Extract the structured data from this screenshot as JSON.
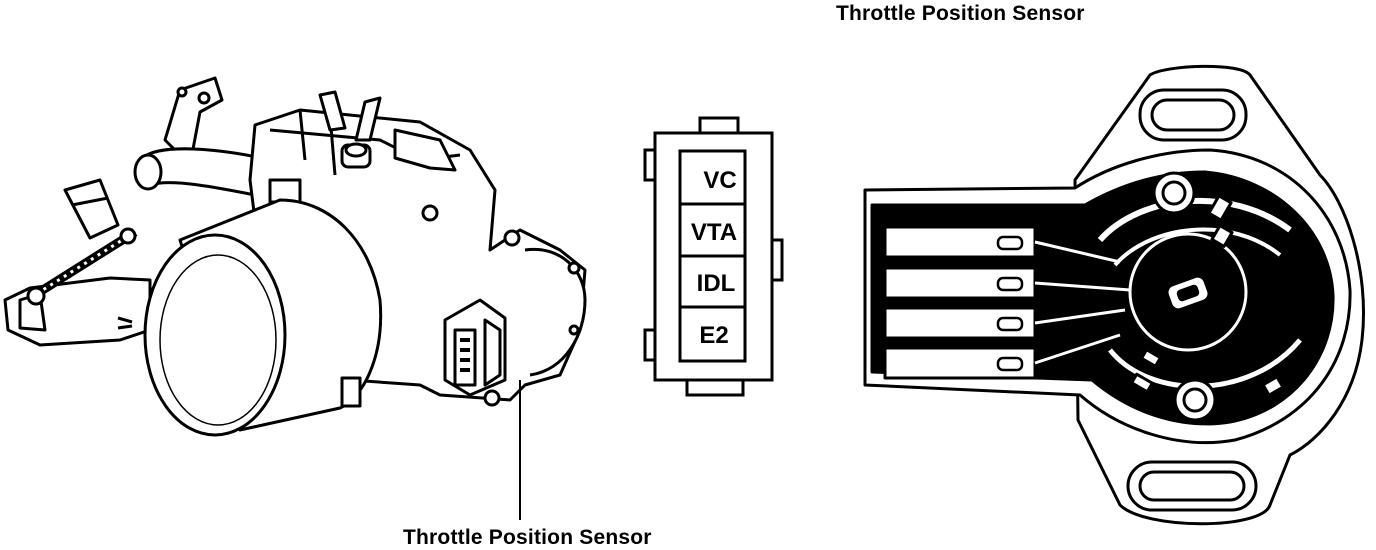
{
  "labels": {
    "top_label": "Throttle Position Sensor",
    "bottom_label": "Throttle Position Sensor"
  },
  "connector": {
    "pins": [
      "VC",
      "VTA",
      "IDL",
      "E2"
    ]
  }
}
